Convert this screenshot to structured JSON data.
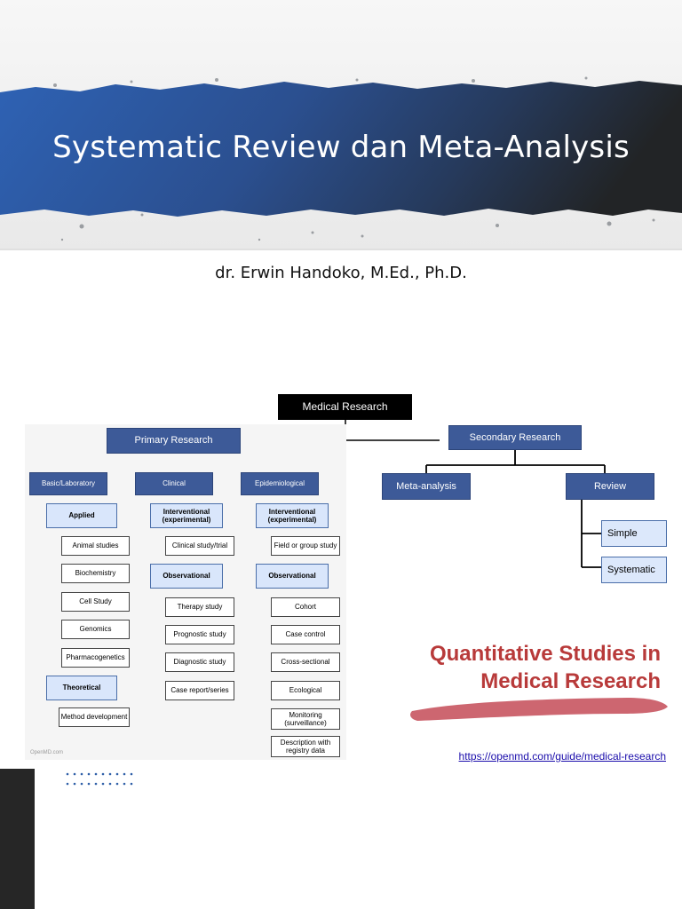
{
  "title": "Systematic Review dan Meta-Analysis",
  "author": "dr. Erwin Handoko, M.Ed., Ph.D.",
  "diagram": {
    "root": "Medical Research",
    "primary": "Primary Research",
    "secondary": "Secondary Research",
    "primary_categories": {
      "basic": "Basic/Laboratory",
      "clinical": "Clinical",
      "epidemiological": "Epidemiological"
    },
    "basic": {
      "applied": "Applied",
      "applied_items": [
        "Animal studies",
        "Biochemistry",
        "Cell Study",
        "Genomics",
        "Pharmacogenetics"
      ],
      "theoretical": "Theoretical",
      "theoretical_items": [
        "Method development"
      ]
    },
    "clinical": {
      "interventional": "Interventional (experimental)",
      "interventional_items": [
        "Clinical study/trial"
      ],
      "observational": "Observational",
      "observational_items": [
        "Therapy study",
        "Prognostic study",
        "Diagnostic study",
        "Case report/series"
      ]
    },
    "epidemiological": {
      "interventional": "Interventional (experimental)",
      "interventional_items": [
        "Field or group study"
      ],
      "observational": "Observational",
      "observational_items": [
        "Cohort",
        "Case control",
        "Cross-sectional",
        "Ecological",
        "Monitoring (surveillance)",
        "Description with registry data"
      ]
    },
    "secondary_children": {
      "meta": "Meta-analysis",
      "review": "Review",
      "review_items": [
        "Simple",
        "Systematic"
      ]
    },
    "watermark": "OpenMD.com"
  },
  "quantitative": {
    "line1": "Quantitative Studies in",
    "line2": "Medical Research",
    "link": "https://openmd.com/guide/medical-research"
  },
  "colors": {
    "banner_blue": "#2f5fa8",
    "node_dark": "#3d5a98",
    "node_light": "#d9e6fb",
    "heading_red": "#b83a3a",
    "link_blue": "#1a0dab"
  }
}
